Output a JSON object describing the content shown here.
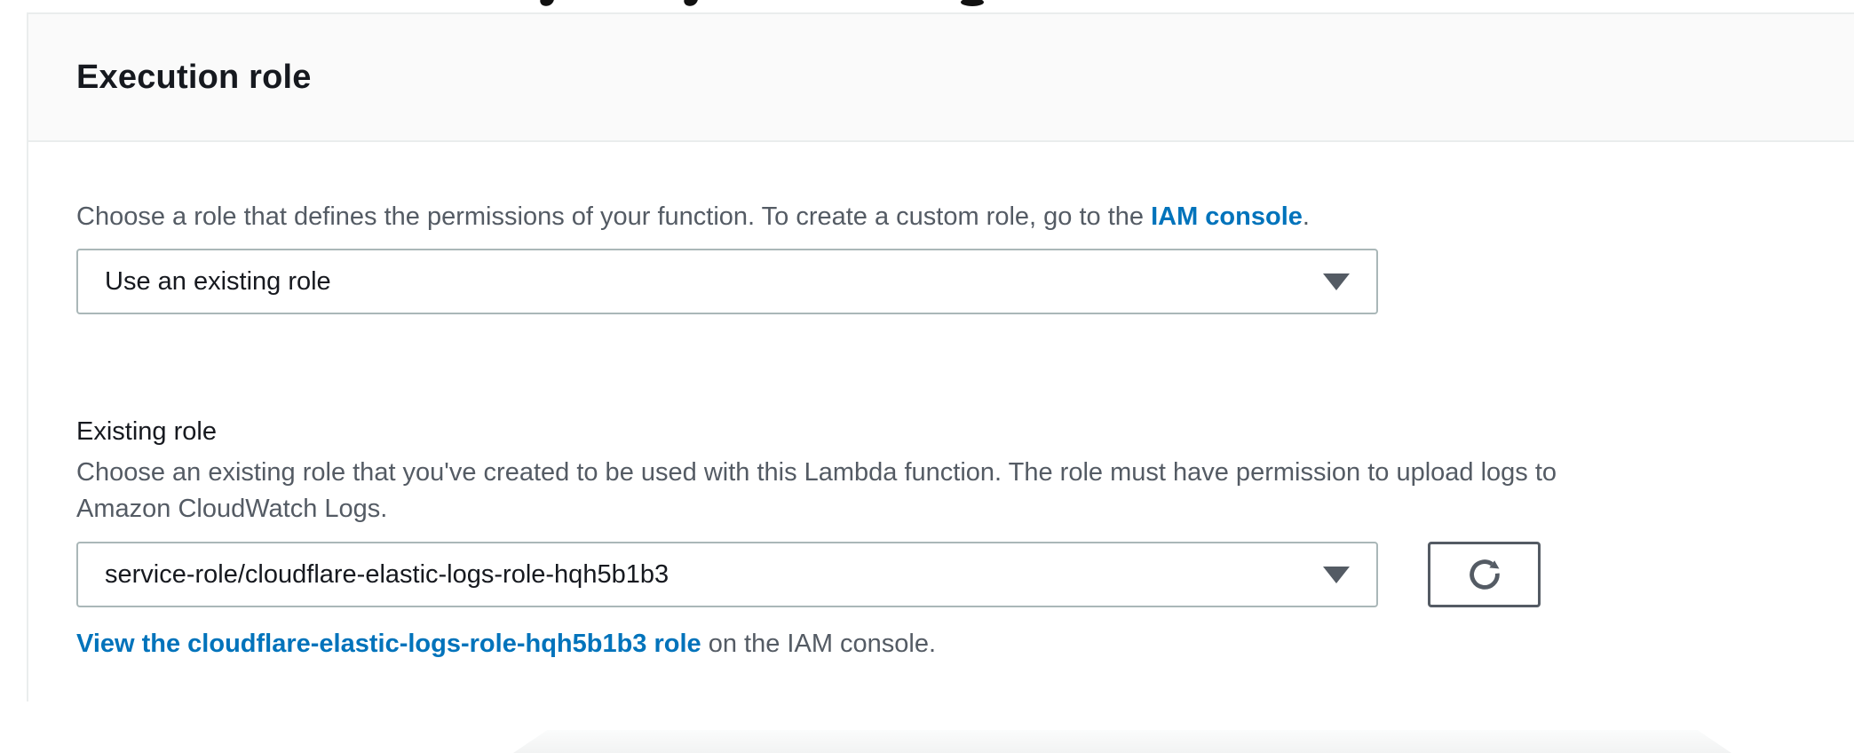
{
  "panel": {
    "title": "Execution role",
    "intro": {
      "text_before_link": "Choose a role that defines the permissions of your function. To create a custom role, go to the ",
      "link_text": "IAM console",
      "text_after_link": "."
    },
    "role_source_select": {
      "value": "Use an existing role"
    },
    "existing_role_field": {
      "label": "Existing role",
      "description_line1": "Choose an existing role that you've created to be used with this Lambda function. The role must have permission to upload logs to",
      "description_line2": "Amazon CloudWatch Logs.",
      "select_value": "service-role/cloudflare-elastic-logs-role-hqh5b1b3"
    },
    "view_role_link": {
      "link_text": "View the cloudflare-elastic-logs-role-hqh5b1b3 role",
      "suffix_text": " on the IAM console."
    }
  },
  "icons": {
    "select_caret": "caret-down-icon",
    "refresh": "refresh-icon"
  },
  "colors": {
    "link_blue": "#0073bb",
    "body_text": "#545b64",
    "heading_text": "#16191f",
    "input_border": "#aab7b8",
    "button_border": "#545b64",
    "header_bg": "#fafafa",
    "divider": "#eaeded"
  }
}
